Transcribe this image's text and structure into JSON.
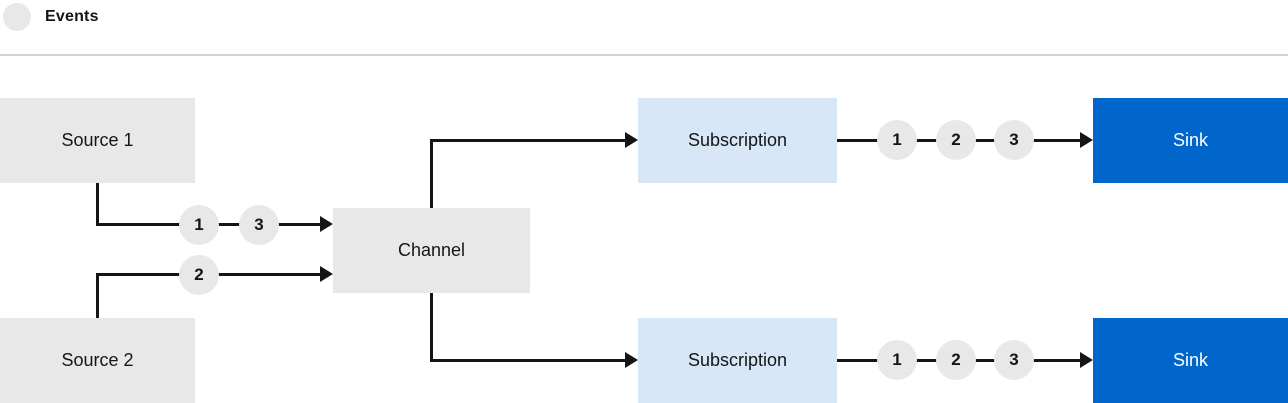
{
  "colors": {
    "canvas-bg": "#ffffff",
    "ink": "#151515",
    "node-gray": "#e8e8e8",
    "node-lightblue": "#d7e7f7",
    "node-blue": "#0066cc",
    "divider-gray": "#d2d2d2"
  },
  "legend": {
    "label": "Events"
  },
  "nodes": {
    "source1": "Source 1",
    "source2": "Source 2",
    "channel": "Channel",
    "subscription_top": "Subscription",
    "subscription_bottom": "Subscription",
    "sink_top": "Sink",
    "sink_bottom": "Sink"
  },
  "markers": {
    "source1_to_channel": [
      "1",
      "3"
    ],
    "source2_to_channel": [
      "2"
    ],
    "subscription_top_to_sink": [
      "1",
      "2",
      "3"
    ],
    "subscription_bottom_to_sink": [
      "1",
      "2",
      "3"
    ]
  }
}
